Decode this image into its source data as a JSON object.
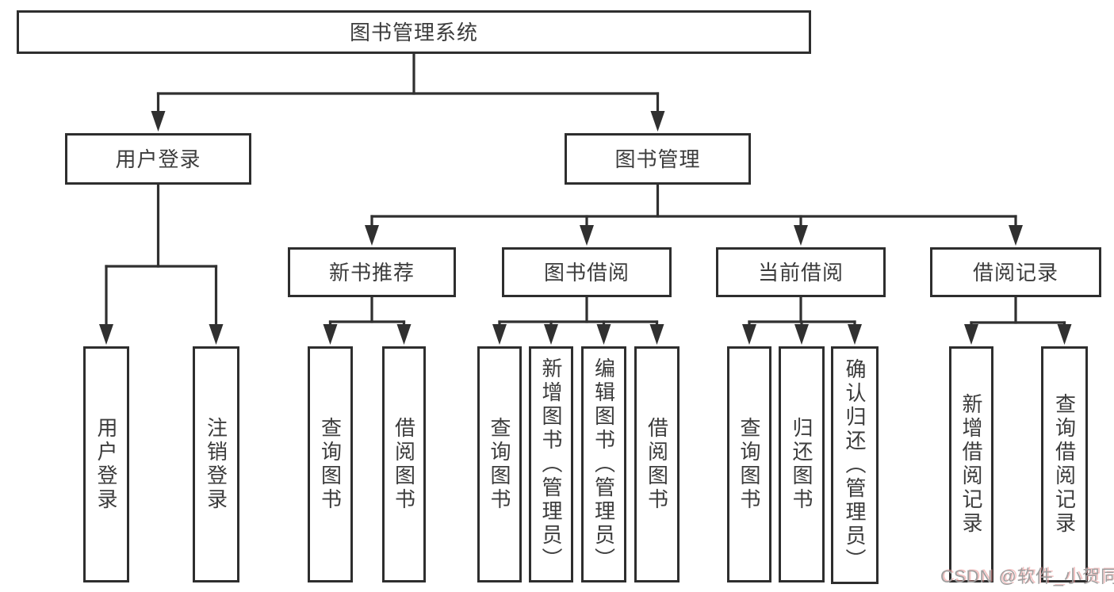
{
  "diagram": {
    "type": "tree",
    "title": "图书管理系统",
    "nodes": {
      "root": {
        "label": "图书管理系统"
      },
      "user_login": {
        "label": "用户登录"
      },
      "book_management": {
        "label": "图书管理"
      },
      "new_book_recommend": {
        "label": "新书推荐"
      },
      "book_borrow": {
        "label": "图书借阅"
      },
      "current_borrow": {
        "label": "当前借阅"
      },
      "borrow_record": {
        "label": "借阅记录"
      },
      "login": {
        "label": "用户登录"
      },
      "logout": {
        "label": "注销登录"
      },
      "nb_query_book": {
        "label": "查询图书"
      },
      "nb_borrow_book": {
        "label": "借阅图书"
      },
      "bb_query_book": {
        "label": "查询图书"
      },
      "bb_add_book": {
        "label": "新增图书（管理员）"
      },
      "bb_edit_book": {
        "label": "编辑图书（管理员）"
      },
      "bb_borrow_book": {
        "label": "借阅图书"
      },
      "cb_query_book": {
        "label": "查询图书"
      },
      "cb_return_book": {
        "label": "归还图书"
      },
      "cb_confirm_return": {
        "label": "确认归还（管理员）"
      },
      "br_add_record": {
        "label": "新增借阅记录"
      },
      "br_query_record": {
        "label": "查询借阅记录"
      }
    },
    "edges": [
      [
        "root",
        "user_login"
      ],
      [
        "root",
        "book_management"
      ],
      [
        "user_login",
        "login"
      ],
      [
        "user_login",
        "logout"
      ],
      [
        "book_management",
        "new_book_recommend"
      ],
      [
        "book_management",
        "book_borrow"
      ],
      [
        "book_management",
        "current_borrow"
      ],
      [
        "book_management",
        "borrow_record"
      ],
      [
        "new_book_recommend",
        "nb_query_book"
      ],
      [
        "new_book_recommend",
        "nb_borrow_book"
      ],
      [
        "book_borrow",
        "bb_query_book"
      ],
      [
        "book_borrow",
        "bb_add_book"
      ],
      [
        "book_borrow",
        "bb_edit_book"
      ],
      [
        "book_borrow",
        "bb_borrow_book"
      ],
      [
        "current_borrow",
        "cb_query_book"
      ],
      [
        "current_borrow",
        "cb_return_book"
      ],
      [
        "current_borrow",
        "cb_confirm_return"
      ],
      [
        "borrow_record",
        "br_add_record"
      ],
      [
        "borrow_record",
        "br_query_record"
      ]
    ]
  },
  "watermark": {
    "text": "CSDN @软件_小贺同学"
  },
  "colors": {
    "line": "#303030",
    "box_border": "#2e2e2e",
    "text": "#3c3c3c",
    "background": "#ffffff",
    "watermark_gray": "#9f9f9f",
    "watermark_pink": "#eb9090"
  }
}
